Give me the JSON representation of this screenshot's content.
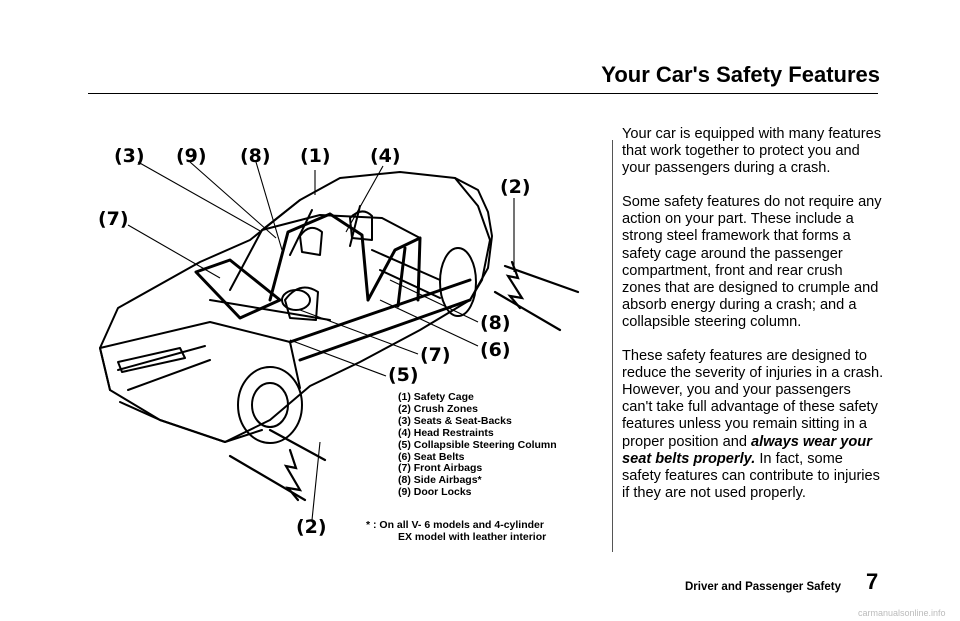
{
  "header": {
    "title": "Your Car's Safety Features"
  },
  "figure": {
    "callouts": [
      "(3)",
      "(9)",
      "(8)",
      "(1)",
      "(4)",
      "(2)",
      "(7)",
      "(8)",
      "(6)",
      "(7)",
      "(5)",
      "(2)"
    ],
    "legend": [
      "(1) Safety Cage",
      "(2) Crush Zones",
      "(3) Seats & Seat-Backs",
      "(4) Head Restraints",
      "(5) Collapsible Steering Column",
      "(6) Seat Belts",
      "(7) Front Airbags",
      "(8) Side Airbags*",
      "(9) Door Locks"
    ],
    "footnote_line1": "* : On all V- 6 models and 4-cylinder",
    "footnote_line2": "EX model with leather interior"
  },
  "body": {
    "p1": "Your car is equipped with many features that work together to protect you and your passengers during a crash.",
    "p2": "Some safety features do not require any action on your part. These include a strong steel framework that forms a safety cage around the passenger compartment, front and rear crush zones that are designed to crumple and absorb energy during a crash; and a collapsible steering column.",
    "p3_start": "These safety features are designed to reduce the severity of injuries in a crash. However, you and your passengers can't take full advantage of these safety features unless you remain sitting in a proper position and ",
    "p3_emphasis": "always wear your seat belts properly.",
    "p3_end": " In fact, some safety features can contribute to injuries if they are not used properly."
  },
  "footer": {
    "section": "Driver and Passenger Safety",
    "page_number": "7",
    "watermark": "carmanualsonline.info"
  }
}
